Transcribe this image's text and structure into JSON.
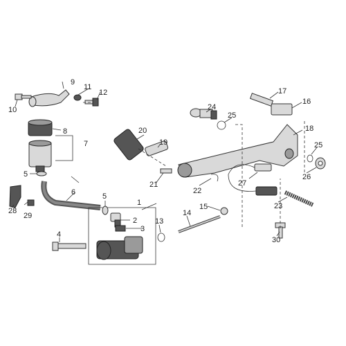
{
  "callouts": [
    "1",
    "2",
    "3",
    "4",
    "5",
    "5",
    "6",
    "7",
    "8",
    "9",
    "10",
    "11",
    "12",
    "13",
    "14",
    "15",
    "16",
    "17",
    "18",
    "19",
    "20",
    "21",
    "22",
    "23",
    "24",
    "25",
    "25",
    "26",
    "27",
    "28",
    "29",
    "30"
  ],
  "colors": {
    "line": "#333333",
    "part_light": "#d9d9d9",
    "part_dark": "#555555",
    "background": "#ffffff"
  }
}
